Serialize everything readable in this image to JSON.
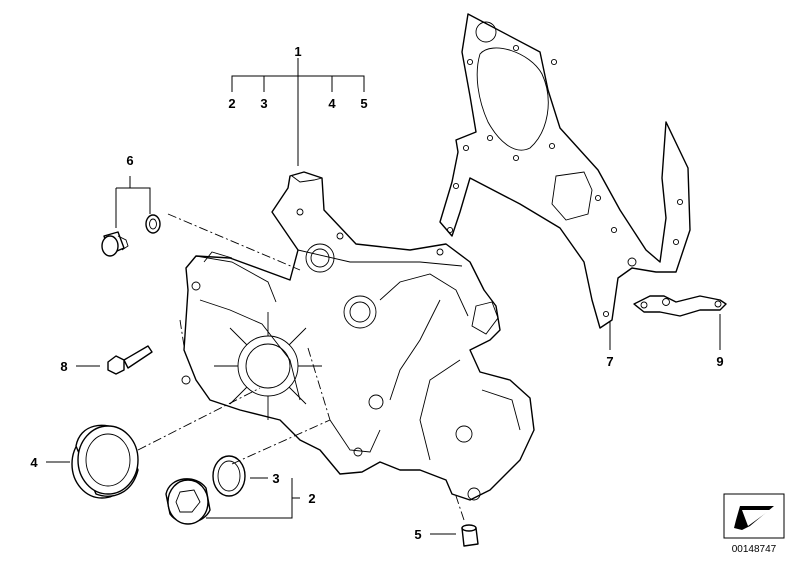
{
  "diagram": {
    "callouts": {
      "n1": "1",
      "n2a": "2",
      "n3a": "3",
      "n4a": "4",
      "n5a": "5",
      "n6": "6",
      "n8": "8",
      "n4b": "4",
      "n3b": "3",
      "n2b": "2",
      "n5b": "5",
      "n7": "7",
      "n9": "9"
    },
    "reference_number": "00148747",
    "nav_icon": "arrow-down-left-icon"
  }
}
